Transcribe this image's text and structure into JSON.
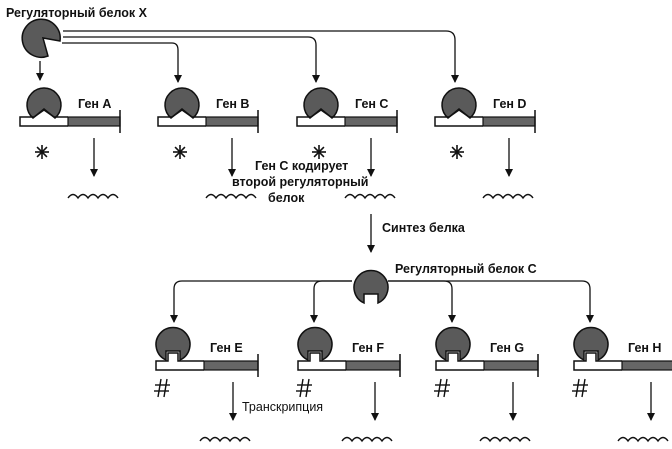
{
  "colors": {
    "protein": "#5a5a5a",
    "line": "#111111",
    "background": "#ffffff"
  },
  "top": {
    "protein_label": "Регуляторный белок X",
    "genes": [
      {
        "id": "A",
        "label": "Ген A",
        "marker": "asterisk"
      },
      {
        "id": "B",
        "label": "Ген B",
        "marker": "asterisk"
      },
      {
        "id": "C",
        "label": "Ген C",
        "marker": "asterisk"
      },
      {
        "id": "D",
        "label": "Ген D",
        "marker": "asterisk"
      }
    ],
    "note_lines": [
      "Ген C кодирует",
      "второй регуляторный",
      "белок"
    ]
  },
  "synthesis_label": "Синтез белка",
  "bottom": {
    "protein_label": "Регуляторный белок C",
    "genes": [
      {
        "id": "E",
        "label": "Ген E",
        "marker": "hash"
      },
      {
        "id": "F",
        "label": "Ген F",
        "marker": "hash"
      },
      {
        "id": "G",
        "label": "Ген G",
        "marker": "hash"
      },
      {
        "id": "H",
        "label": "Ген H",
        "marker": "hash"
      }
    ],
    "transcription_label": "Транскрипция"
  },
  "icons": [
    "regulatory-protein-x-icon",
    "regulatory-protein-c-icon",
    "asterisk-icon",
    "hash-icon",
    "mrna-wave-icon"
  ]
}
